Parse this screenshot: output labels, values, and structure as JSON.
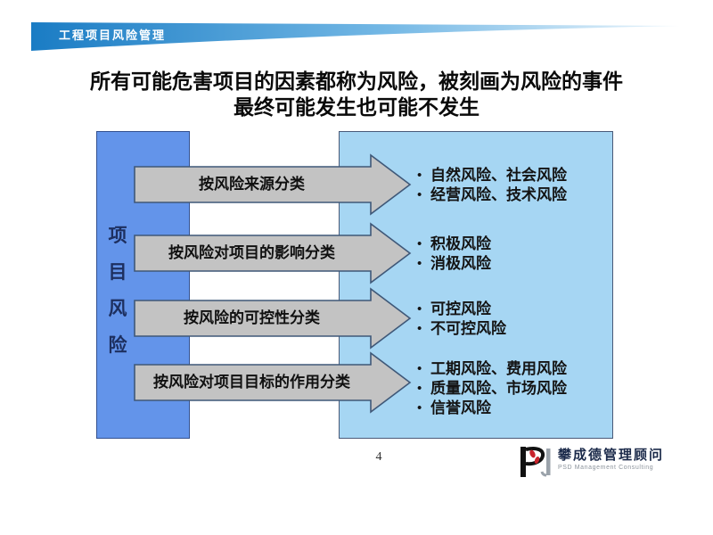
{
  "slide": {
    "header": {
      "title": "工程项目风险管理"
    },
    "title": {
      "line1": "所有可能危害项目的因素都称为风险，被刻画为风险的事件",
      "line2": "最终可能发生也可能不发生"
    },
    "left_box": {
      "chars": [
        "项",
        "目",
        "风",
        "险"
      ]
    },
    "rows": [
      {
        "arrow_label": "按风险来源分类",
        "bullets": [
          "自然风险、社会风险",
          "经营风险、技术风险"
        ]
      },
      {
        "arrow_label": "按风险对项目的影响分类",
        "bullets": [
          "积极风险",
          "消极风险"
        ]
      },
      {
        "arrow_label": "按风险的可控性分类",
        "bullets": [
          "可控风险",
          "不可控风险"
        ]
      },
      {
        "arrow_label": "按风险对项目目标的作用分类",
        "bullets": [
          "工期风险、费用风险",
          "质量风险、市场风险",
          "信誉风险"
        ]
      }
    ],
    "page_number": "4",
    "logo": {
      "name_cn": "攀成德管理顾问",
      "name_en": "PSD Management Consulting"
    },
    "colors": {
      "header_blue": "#1A7CC4",
      "left_box_fill": "#6394EA",
      "right_box_fill": "#A6D6F3",
      "arrow_fill": "#C3C3C3",
      "arrow_border": "#3F5878",
      "logo_red": "#C8232C"
    }
  }
}
